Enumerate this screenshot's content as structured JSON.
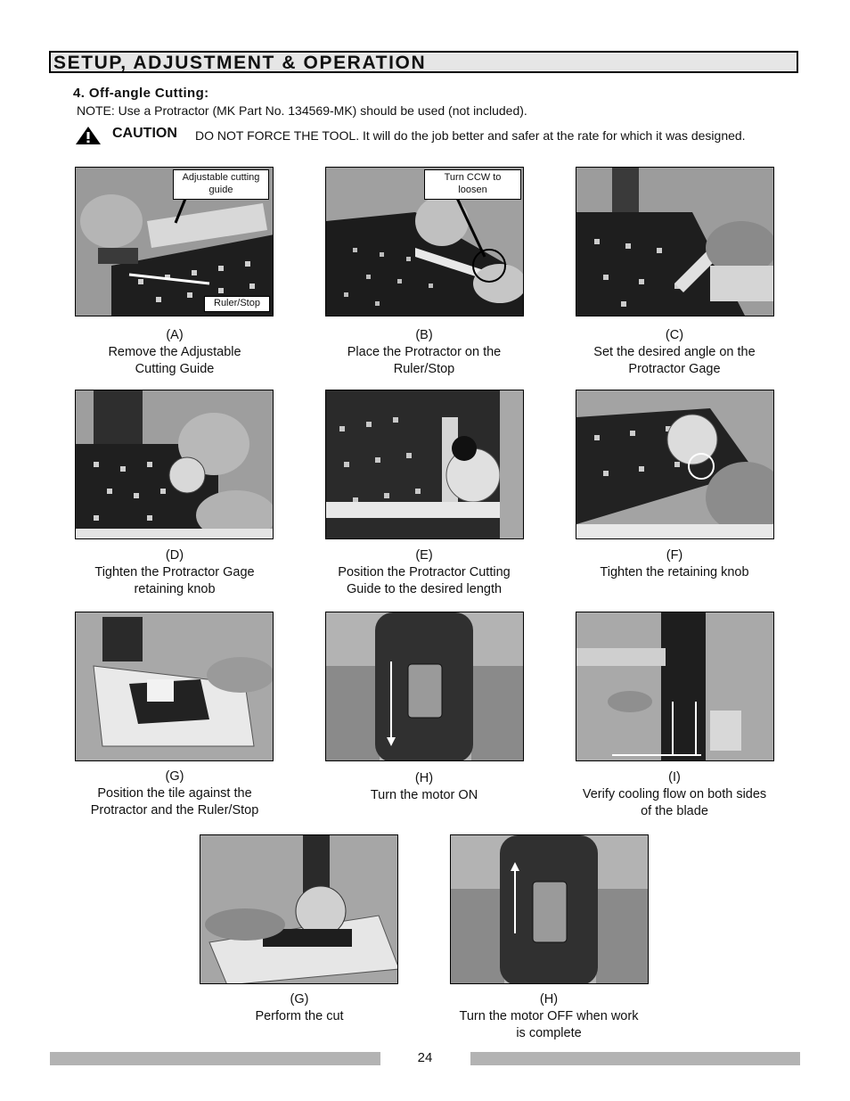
{
  "header": {
    "title": "SETUP, ADJUSTMENT & OPERATION"
  },
  "section": {
    "title": "4. Off-angle Cutting:",
    "note": "NOTE:  Use a Protractor (MK Part No. 134569-MK) should be used (not included)."
  },
  "caution": {
    "icon": "warning-triangle-icon",
    "label": "CAUTION",
    "text": "DO NOT FORCE THE TOOL. It will do the job better and safer at the rate for which it was designed."
  },
  "callouts": {
    "a_guide": "Adjustable cutting guide",
    "a_ruler": "Ruler/Stop",
    "b_ccw": "Turn CCW to loosen"
  },
  "steps": [
    {
      "letter": "(A)",
      "text": "Remove the Adjustable Cutting Guide"
    },
    {
      "letter": "(B)",
      "text": "Place the Protractor on the Ruler/Stop"
    },
    {
      "letter": "(C)",
      "text": "Set the desired angle on the Protractor Gage"
    },
    {
      "letter": "(D)",
      "text": "Tighten the Protractor Gage retaining knob"
    },
    {
      "letter": "(E)",
      "text": "Position the Protractor Cutting Guide to the desired length"
    },
    {
      "letter": "(F)",
      "text": "Tighten the retaining knob"
    },
    {
      "letter": "(G)",
      "text": "Position the tile against the Protractor and the Ruler/Stop"
    },
    {
      "letter": "(H)",
      "text": "Turn the motor ON"
    },
    {
      "letter": "(I)",
      "text": "Verify cooling flow on both sides of the blade"
    },
    {
      "letter": "(G)",
      "text": "Perform the cut"
    },
    {
      "letter": "(H)",
      "text": "Turn the motor OFF when work is complete"
    }
  ],
  "footer": {
    "page_number": "24"
  }
}
